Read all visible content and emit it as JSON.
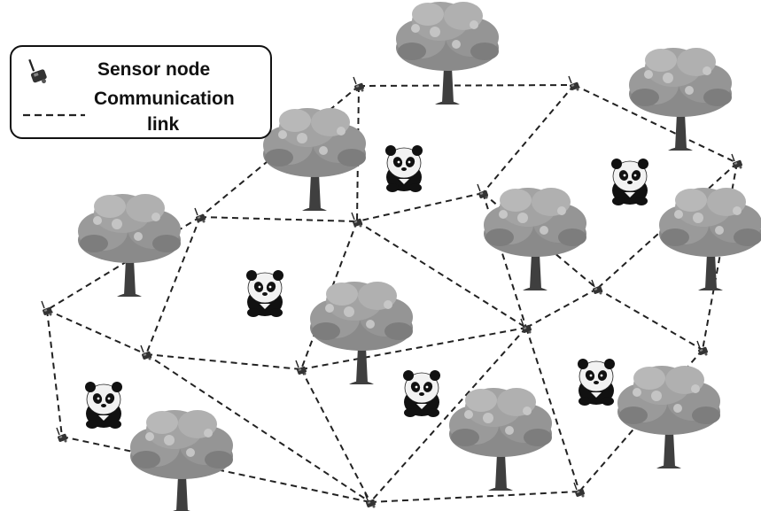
{
  "legend": {
    "sensor_node": "Sensor node",
    "communication_line1": "Communication",
    "communication_line2": "link"
  },
  "icons": {
    "sensor": "sensor-node-icon",
    "tree": "tree-icon",
    "panda": "panda-icon"
  },
  "colors": {
    "link": "#222222",
    "tree_canopy": "#8a8a8a",
    "tree_canopy_light": "#b5b5b5",
    "trunk": "#444444",
    "panda_black": "#111111",
    "panda_white": "#f2f2f2"
  }
}
